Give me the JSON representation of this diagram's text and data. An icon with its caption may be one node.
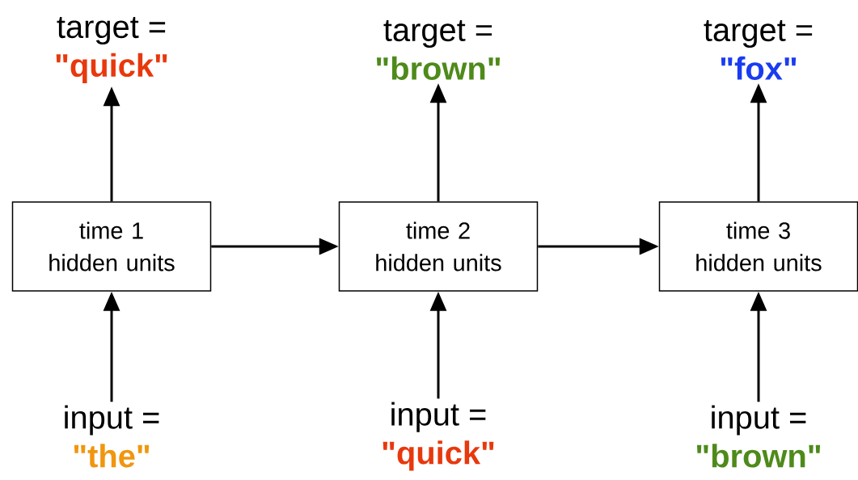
{
  "diagram": {
    "nodes": [
      {
        "text": [
          "target =",
          "\"quick\""
        ]
      },
      {
        "text": [
          "target =",
          "\"brown\""
        ]
      },
      {
        "text": [
          "target =",
          "\"fox\""
        ]
      },
      {
        "text": [
          "time 1 hidden units"
        ]
      },
      {
        "text": [
          "time 2 hidden units"
        ]
      },
      {
        "text": [
          "time 3 hidden units"
        ]
      },
      {
        "text": [
          "input =",
          "\"the\""
        ]
      },
      {
        "text": [
          "input =",
          "\"quick\""
        ]
      },
      {
        "text": [
          "input =",
          "\"brown\""
        ]
      }
    ],
    "edges": [
      {
        "from": 3,
        "to": 0,
        "arrow": "to"
      },
      {
        "from": 4,
        "to": 1,
        "arrow": "to"
      },
      {
        "from": 5,
        "to": 2,
        "arrow": "to"
      },
      {
        "from": 3,
        "to": 4,
        "arrow": "to"
      },
      {
        "from": 4,
        "to": 5,
        "arrow": "to"
      },
      {
        "from": 6,
        "to": 3,
        "arrow": "to"
      },
      {
        "from": 7,
        "to": 4,
        "arrow": "to"
      },
      {
        "from": 8,
        "to": 5,
        "arrow": "to"
      }
    ]
  }
}
